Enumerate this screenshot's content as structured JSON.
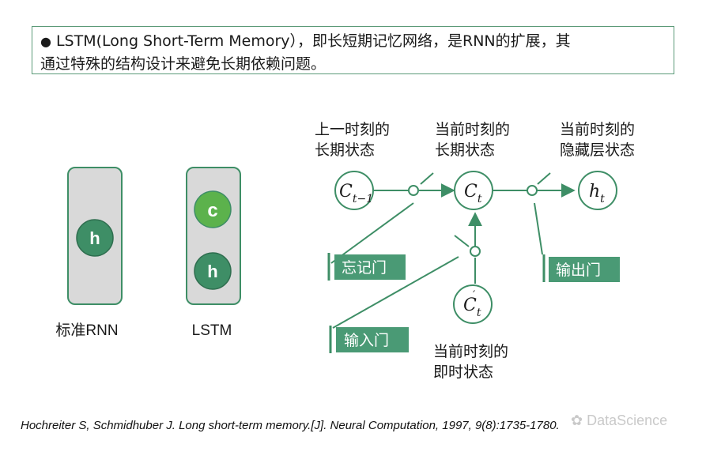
{
  "intro": {
    "bullet": "●",
    "line1": "LSTM(Long Short-Term Memory），即长短期记忆网络，是RNN的扩展，其",
    "line2": "通过特殊的结构设计来避免长期依赖问题。"
  },
  "cells": {
    "rnn": {
      "node": "h",
      "caption": "标准RNN"
    },
    "lstm": {
      "node_top": "c",
      "node_bottom": "h",
      "caption": "LSTM"
    }
  },
  "labels": {
    "prev_state": [
      "上一时刻的",
      "长期状态"
    ],
    "curr_state": [
      "当前时刻的",
      "长期状态"
    ],
    "hidden_state": [
      "当前时刻的",
      "隐藏层状态"
    ],
    "instant_state": [
      "当前时刻的",
      "即时状态"
    ]
  },
  "nodes": {
    "c_prev": {
      "base": "C",
      "sub": "t−1"
    },
    "c_t": {
      "base": "C",
      "sub": "t"
    },
    "h_t": {
      "base": "h",
      "sub": "t"
    },
    "c_tilde": {
      "base": "C",
      "sub": "t",
      "sup": "′"
    }
  },
  "gates": {
    "forget": "忘记门",
    "input": "输入门",
    "output": "输出门"
  },
  "colors": {
    "accent": "#3e8e66",
    "cell_fill": "#d9d9d9",
    "h_node": "#3e8e66",
    "c_node": "#5cb24c",
    "gate_fill": "#4a9a75"
  },
  "citation": "Hochreiter S, Schmidhuber J. Long short-term memory.[J]. Neural Computation, 1997, 9(8):1735-1780.",
  "watermark": "DataScience"
}
